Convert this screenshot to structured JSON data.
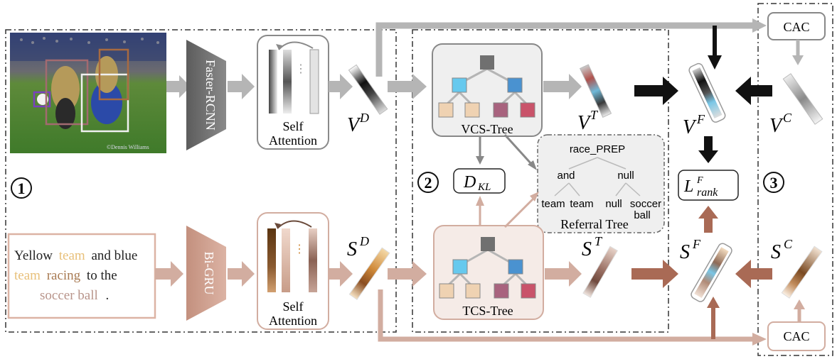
{
  "section_labels": {
    "one": "1",
    "two": "2",
    "three": "3"
  },
  "encoders": {
    "detector": "Faster-RCNN",
    "text_encoder": "Bi-GRU",
    "self_attention_line1": "Self",
    "self_attention_line2": "Attention"
  },
  "sentence": {
    "tokens": [
      {
        "text": "Yellow",
        "color": "#222222"
      },
      {
        "text": "team",
        "color": "#e8c07a"
      },
      {
        "text": "and blue",
        "color": "#222222"
      },
      {
        "text": "team",
        "color": "#e8c07a"
      },
      {
        "text": "racing",
        "color": "#a87a52"
      },
      {
        "text": "to the",
        "color": "#222222"
      },
      {
        "text": "soccer ball",
        "color": "#b8948a"
      },
      {
        "text": ".",
        "color": "#222222"
      }
    ]
  },
  "trees": {
    "vcs": "VCS-Tree",
    "tcs": "TCS-Tree",
    "referral": {
      "title": "Referral Tree",
      "root": "race_PREP",
      "mid_left": "and",
      "mid_right": "null",
      "leaves": [
        "team",
        "team",
        "null",
        "soccer",
        "ball"
      ]
    }
  },
  "features": {
    "VD": {
      "base": "V",
      "sup": "D"
    },
    "SD": {
      "base": "S",
      "sup": "D"
    },
    "VT": {
      "base": "V",
      "sup": "T"
    },
    "ST": {
      "base": "S",
      "sup": "T"
    },
    "VF": {
      "base": "V",
      "sup": "F"
    },
    "SF": {
      "base": "S",
      "sup": "F"
    },
    "VC": {
      "base": "V",
      "sup": "C"
    },
    "SC": {
      "base": "S",
      "sup": "C"
    }
  },
  "losses": {
    "kl": {
      "base": "D",
      "sub": "KL"
    },
    "rank": {
      "base": "L",
      "sup": "F",
      "sub": "rank"
    }
  },
  "modules": {
    "cac_top": "CAC",
    "cac_bottom": "CAC"
  },
  "photo_watermark": "©Dennis Williams",
  "colors": {
    "gray_arrow": "#b5b5b5",
    "brown_arrow": "#d2ada0",
    "dark_brown": "#a96a55",
    "black": "#111111",
    "node_dark": "#707070",
    "node_cyan": "#66c9ee",
    "node_blue": "#4a92d0",
    "node_beige": "#efd2b2",
    "node_mauve": "#a8637e",
    "node_rose": "#c9536a"
  }
}
